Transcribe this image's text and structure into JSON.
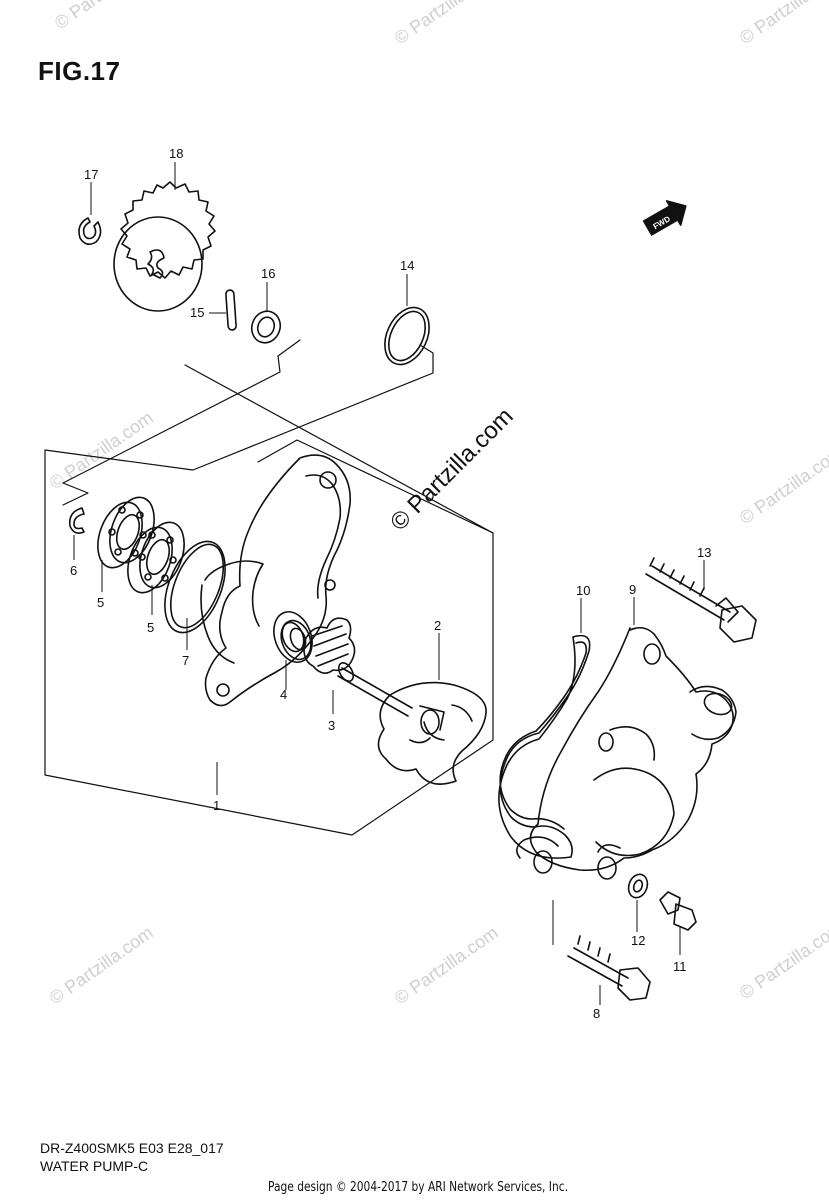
{
  "figure": {
    "title": "FIG.17",
    "code": "DR-Z400SMK5 E03 E28_017",
    "name": "WATER PUMP-C"
  },
  "footer": "Page design © 2004-2017 by ARI Network Services, Inc.",
  "watermark": {
    "center_text": "© Partzilla.com",
    "tile_text": "© Partzilla.com"
  },
  "fwd_label": "FWD",
  "callouts": [
    "1",
    "2",
    "3",
    "4",
    "5",
    "5",
    "6",
    "7",
    "8",
    "9",
    "10",
    "11",
    "12",
    "13",
    "14",
    "15",
    "16",
    "17",
    "18"
  ]
}
